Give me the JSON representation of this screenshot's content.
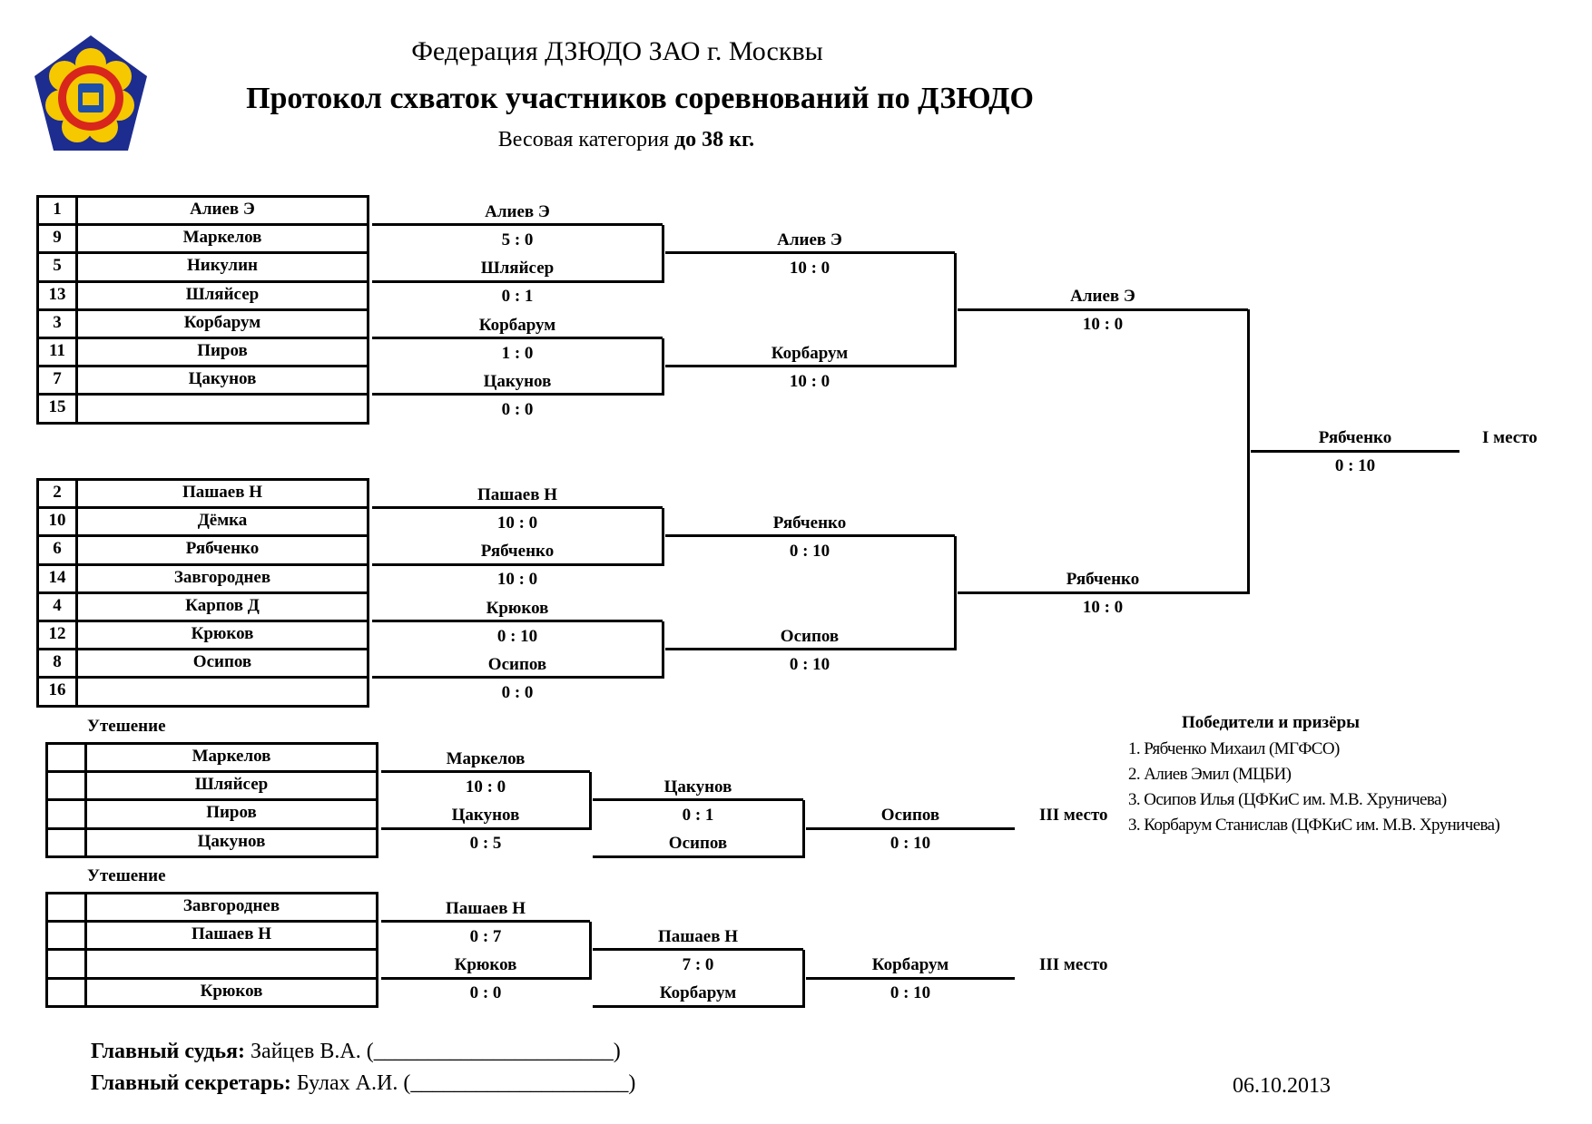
{
  "header": {
    "federation": "Федерация ДЗЮДО ЗАО г. Москвы",
    "title": "Протокол схваток участников соревнований по ДЗЮДО",
    "weight_prefix": "Весовая категория ",
    "weight_value": "до 38 кг."
  },
  "logo": {
    "icon": "federation-emblem-icon",
    "colors": {
      "outer": "#1d2c8f",
      "petals": "#f5c800",
      "ring": "#d8261c",
      "center": "#1f4fa8"
    }
  },
  "pool1": {
    "seeds": [
      {
        "num": "1",
        "name": "Алиев Э"
      },
      {
        "num": "9",
        "name": "Маркелов"
      },
      {
        "num": "5",
        "name": "Никулин"
      },
      {
        "num": "13",
        "name": "Шляйсер"
      },
      {
        "num": "3",
        "name": "Корбарум"
      },
      {
        "num": "11",
        "name": "Пиров"
      },
      {
        "num": "7",
        "name": "Цакунов"
      },
      {
        "num": "15",
        "name": ""
      }
    ],
    "r1": [
      {
        "winner": "Алиев Э",
        "score": "5  :  0"
      },
      {
        "winner": "Шляйсер",
        "score": "0  :  1"
      },
      {
        "winner": "Корбарум",
        "score": "1  :  0"
      },
      {
        "winner": "Цакунов",
        "score": "0  :  0"
      }
    ],
    "r2": [
      {
        "winner": "Алиев Э",
        "score": "10  :  0"
      },
      {
        "winner": "Корбарум",
        "score": "10  :  0"
      }
    ],
    "r3": {
      "winner": "Алиев Э",
      "score": "10  :  0"
    }
  },
  "pool2": {
    "seeds": [
      {
        "num": "2",
        "name": "Пашаев Н"
      },
      {
        "num": "10",
        "name": "Дёмка"
      },
      {
        "num": "6",
        "name": "Рябченко"
      },
      {
        "num": "14",
        "name": "Завгороднев"
      },
      {
        "num": "4",
        "name": "Карпов Д"
      },
      {
        "num": "12",
        "name": "Крюков"
      },
      {
        "num": "8",
        "name": "Осипов"
      },
      {
        "num": "16",
        "name": ""
      }
    ],
    "r1": [
      {
        "winner": "Пашаев Н",
        "score": "10  :  0"
      },
      {
        "winner": "Рябченко",
        "score": "10  :  0"
      },
      {
        "winner": "Крюков",
        "score": "0  :  10"
      },
      {
        "winner": "Осипов",
        "score": "0  :  0"
      }
    ],
    "r2": [
      {
        "winner": "Рябченко",
        "score": "0  :  10"
      },
      {
        "winner": "Осипов",
        "score": "0  :  10"
      }
    ],
    "r3": {
      "winner": "Рябченко",
      "score": "10  :  0"
    }
  },
  "final": {
    "winner": "Рябченко",
    "score": "0  :  10",
    "place": "I место"
  },
  "consolation1": {
    "title": "Утешение",
    "seeds": [
      "Маркелов",
      "Шляйсер",
      "Пиров",
      "Цакунов"
    ],
    "r1": [
      {
        "winner": "Маркелов",
        "score": "10  :  0"
      },
      {
        "winner": "Цакунов",
        "score": "0  :  5"
      }
    ],
    "r2": {
      "winner": "Цакунов",
      "score": "0  :  1"
    },
    "r2_opponent": "Осипов",
    "r3": {
      "winner": "Осипов",
      "score": "0  :  10"
    },
    "place": "III место"
  },
  "consolation2": {
    "title": "Утешение",
    "seeds": [
      "Завгороднев",
      "Пашаев Н",
      "",
      "Крюков"
    ],
    "r1": [
      {
        "winner": "Пашаев Н",
        "score": "0  :  7"
      },
      {
        "winner": "Крюков",
        "score": "0  :  0"
      }
    ],
    "r2": {
      "winner": "Пашаев Н",
      "score": "7  :  0"
    },
    "r2_opponent": "Корбарум",
    "r3": {
      "winner": "Корбарум",
      "score": "0  :  10"
    },
    "place": "III место"
  },
  "winners": {
    "title": "Победители и призёры",
    "list": [
      "1. Рябченко Михаил (МГФСО)",
      "2. Алиев Эмил (МЦБИ)",
      "3. Осипов Илья (ЦФКиС им. М.В. Хруничева)",
      "3. Корбарум Станислав (ЦФКиС им. М.В. Хруничева)"
    ]
  },
  "footer": {
    "judge_label": "Главный судья:",
    "judge_value": " Зайцев В.А. (______________________)",
    "secretary_label": "Главный секретарь:",
    "secretary_value": " Булах А.И. (____________________)",
    "date": "06.10.2013"
  }
}
